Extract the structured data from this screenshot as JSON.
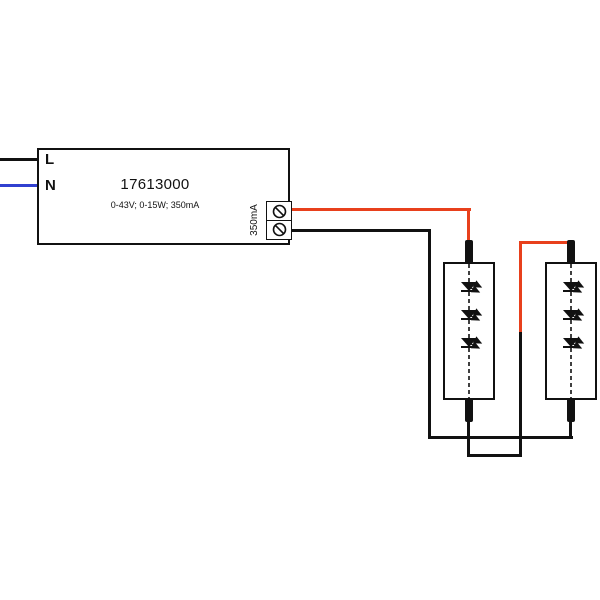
{
  "colors": {
    "wire_black": "#111111",
    "wire_red": "#e8401c",
    "wire_blue": "#3140d0"
  },
  "driver": {
    "line_label": "L",
    "neutral_label": "N",
    "model": "17613000",
    "specs": "0-43V; 0-15W; 350mA",
    "output_current_label": "350mA",
    "output_terminal_count": 2
  },
  "led_modules": [
    {
      "id": 1,
      "led_count": 3
    },
    {
      "id": 2,
      "led_count": 3
    }
  ],
  "wiring": {
    "output_positive": "red wire from driver top output terminal to module 1 top connector",
    "series_link": "module 1 bottom connector to module 2 top connector",
    "return": "module 2 bottom connector back to driver bottom output terminal",
    "input": "L (black) and N (blue) mains wires entering driver from the left"
  }
}
